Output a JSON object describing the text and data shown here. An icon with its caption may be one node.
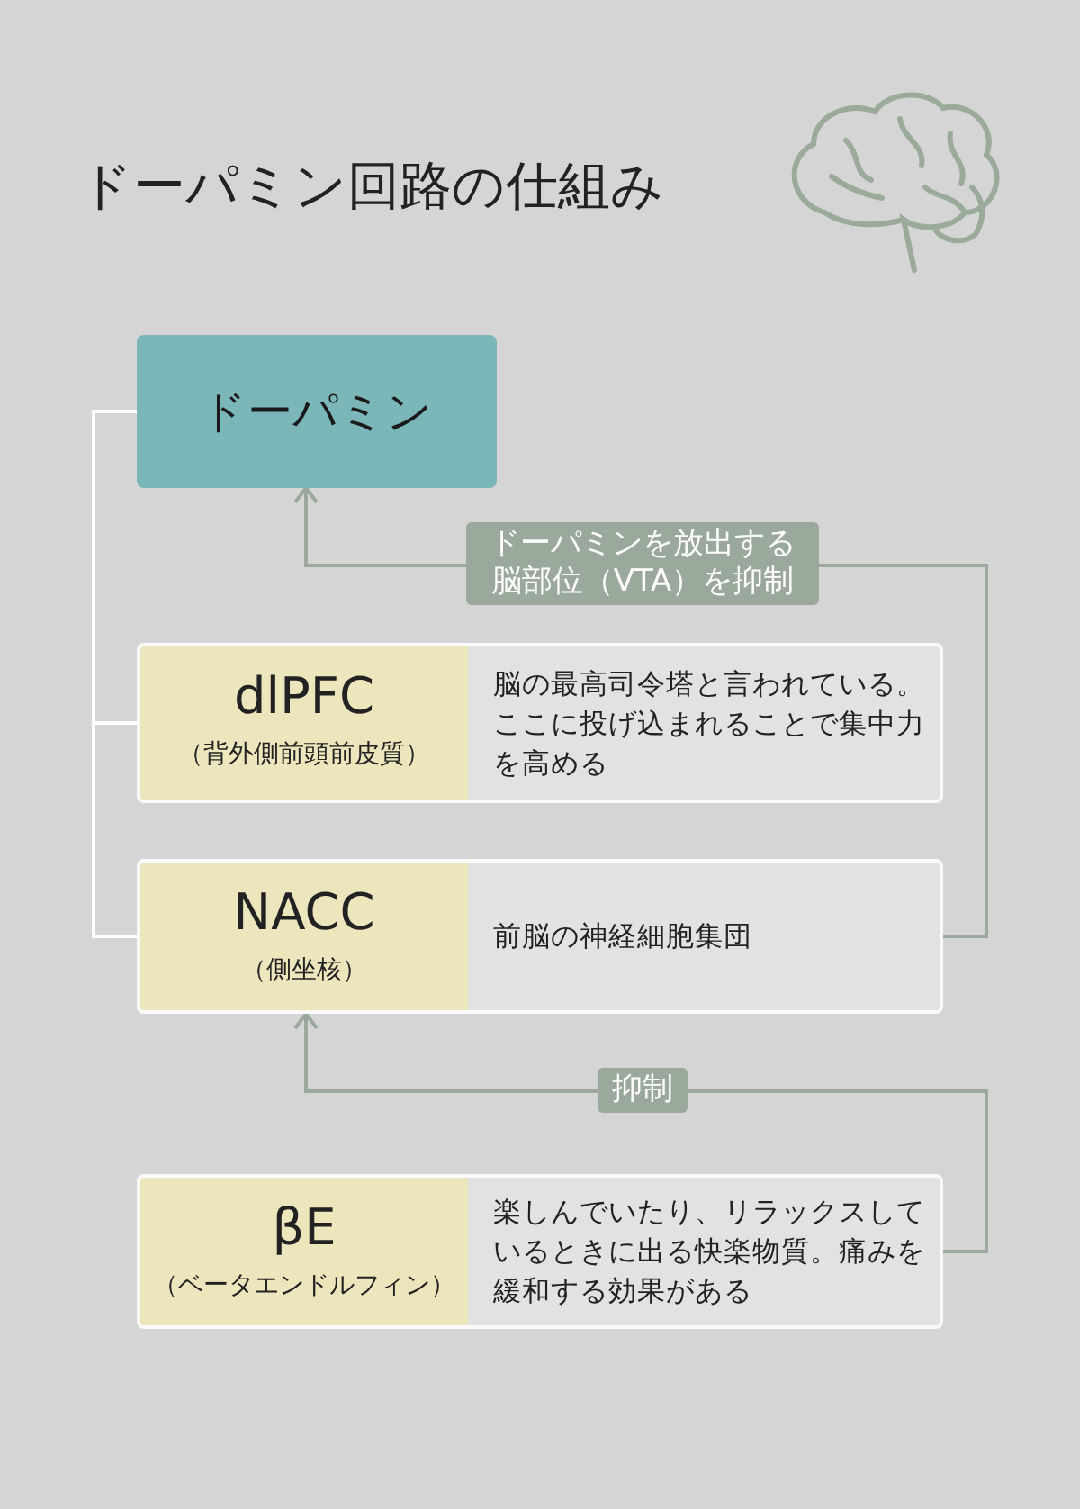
{
  "diagram": {
    "title": "ドーパミン回路の仕組み",
    "nodes": [
      {
        "text": [
          "ドーパミン"
        ]
      },
      {
        "text": [
          "dlPFC",
          "（背外側前頭前皮質）",
          "脳の最高司令塔と言われている。ここに投げ込まれることで集中力を高める"
        ]
      },
      {
        "text": [
          "NACC",
          "（側坐核）",
          "前脳の神経細胞集団"
        ]
      },
      {
        "text": [
          "βE",
          "（ベータエンドルフィン）",
          "楽しんでいたり、リラックスしているときに出る快楽物質。痛みを緩和する効果がある"
        ]
      }
    ],
    "edges": [
      {
        "from": 0,
        "to": 1,
        "arrow": "none"
      },
      {
        "from": 0,
        "to": 2,
        "arrow": "none"
      },
      {
        "from": 2,
        "to": 0,
        "arrow": "to",
        "label": "ドーパミンを放出する脳部位（VTA）を抑制",
        "color": "#9aa99c"
      },
      {
        "from": 3,
        "to": 2,
        "arrow": "to",
        "label": "抑制",
        "color": "#9aa99c"
      }
    ]
  }
}
